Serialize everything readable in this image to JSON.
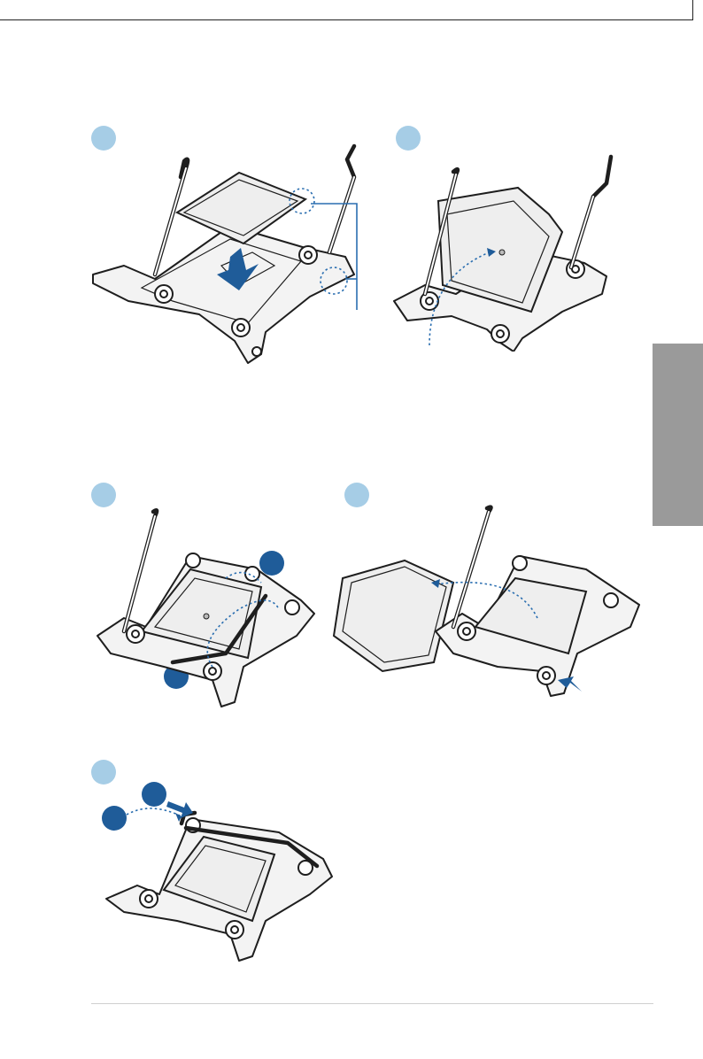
{
  "page": {
    "steps": [
      {
        "id": "step-a",
        "marker": "light"
      },
      {
        "id": "step-b",
        "marker": "light"
      },
      {
        "id": "step-c",
        "marker": "light",
        "sub_markers": [
          "dark",
          "dark"
        ]
      },
      {
        "id": "step-d",
        "marker": "light"
      },
      {
        "id": "step-e",
        "marker": "light",
        "sub_markers": [
          "dark",
          "dark"
        ]
      }
    ],
    "colors": {
      "step_marker": "#a6cde6",
      "sub_marker": "#1f5c99",
      "arrow": "#2a6eb0",
      "side_tab": "#9a9a9a",
      "line_art": "#1e1e1e"
    },
    "icons": [
      "push-down-arrow-icon",
      "curved-dotted-arrow-icon",
      "push-arrow-icon",
      "triangle-alignment-mark-icon"
    ]
  }
}
